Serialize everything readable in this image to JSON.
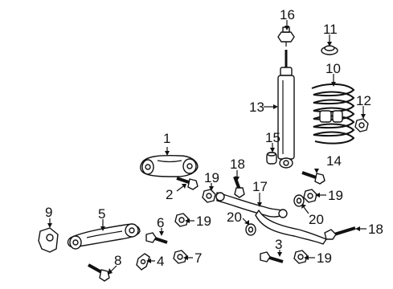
{
  "diagram": {
    "callouts": [
      {
        "id": "c16",
        "text": "16"
      },
      {
        "id": "c11",
        "text": "11"
      },
      {
        "id": "c10",
        "text": "10"
      },
      {
        "id": "c12",
        "text": "12"
      },
      {
        "id": "c13",
        "text": "13"
      },
      {
        "id": "c15",
        "text": "15"
      },
      {
        "id": "c14",
        "text": "14"
      },
      {
        "id": "c19a",
        "text": "19"
      },
      {
        "id": "c20a",
        "text": "20"
      },
      {
        "id": "c18a",
        "text": "18"
      },
      {
        "id": "c19b",
        "text": "19"
      },
      {
        "id": "c1",
        "text": "1"
      },
      {
        "id": "c2",
        "text": "2"
      },
      {
        "id": "c18b",
        "text": "18"
      },
      {
        "id": "c17",
        "text": "17"
      },
      {
        "id": "c19c",
        "text": "19"
      },
      {
        "id": "c20b",
        "text": "20"
      },
      {
        "id": "c9",
        "text": "9"
      },
      {
        "id": "c5",
        "text": "5"
      },
      {
        "id": "c6",
        "text": "6"
      },
      {
        "id": "c19d",
        "text": "19"
      },
      {
        "id": "c3",
        "text": "3"
      },
      {
        "id": "c19e",
        "text": "19"
      },
      {
        "id": "c8",
        "text": "8"
      },
      {
        "id": "c4",
        "text": "4"
      },
      {
        "id": "c7",
        "text": "7"
      }
    ]
  }
}
